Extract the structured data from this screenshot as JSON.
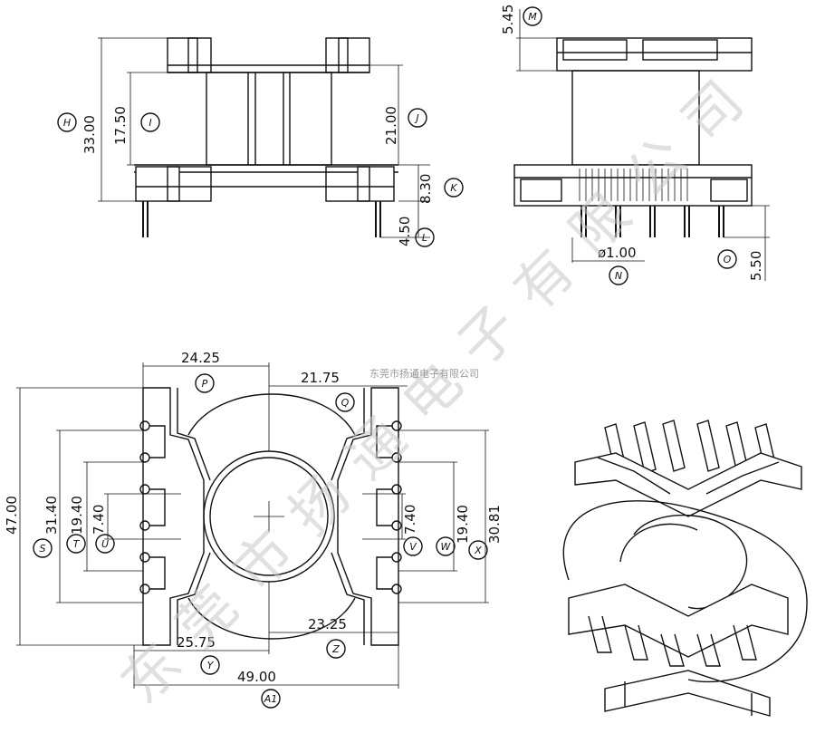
{
  "watermark": {
    "large": [
      "东",
      "莞",
      "市",
      "扬",
      "通",
      "电",
      "子",
      "有",
      "限",
      "公",
      "司"
    ],
    "small": "东莞市扬通电子有限公司"
  },
  "views": {
    "front": {
      "dims": [
        {
          "id": "H",
          "value": "33.00"
        },
        {
          "id": "I",
          "value": "17.50"
        },
        {
          "id": "J",
          "value": "21.00"
        },
        {
          "id": "K",
          "value": "8.30"
        },
        {
          "id": "L",
          "value": "4.50"
        }
      ]
    },
    "side": {
      "dims": [
        {
          "id": "M",
          "value": "5.45"
        },
        {
          "id": "N",
          "value": "ø1.00"
        },
        {
          "id": "O",
          "value": "5.50"
        }
      ]
    },
    "bottom": {
      "dims": [
        {
          "id": "P",
          "value": "24.25"
        },
        {
          "id": "Q",
          "value": "21.75"
        },
        {
          "id": "S",
          "value": "47.00"
        },
        {
          "id": "T",
          "value": "31.40"
        },
        {
          "id": "U",
          "value": "19.40"
        },
        {
          "id": "U2",
          "value": "7.40"
        },
        {
          "id": "V",
          "value": "7.40"
        },
        {
          "id": "W",
          "value": "19.40"
        },
        {
          "id": "X",
          "value": "30.81"
        },
        {
          "id": "Y",
          "value": "25.75"
        },
        {
          "id": "Z",
          "value": "23.25"
        },
        {
          "id": "A1",
          "value": "49.00"
        }
      ]
    }
  },
  "bubbles": [
    "H",
    "I",
    "J",
    "K",
    "L",
    "M",
    "N",
    "O",
    "P",
    "Q",
    "S",
    "T",
    "U",
    "V",
    "W",
    "X",
    "Y",
    "Z",
    "A1"
  ]
}
